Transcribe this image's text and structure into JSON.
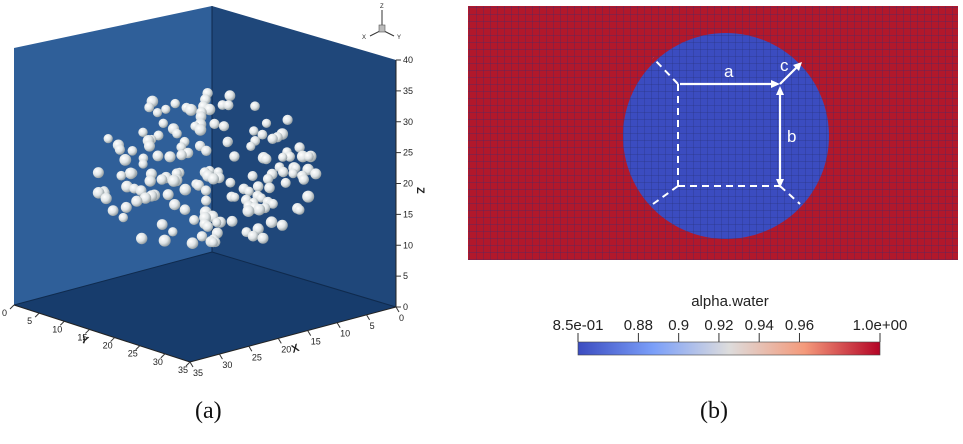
{
  "panel_a": {
    "caption": "(a)",
    "axes": {
      "x_label": "X",
      "y_label": "Y",
      "z_label": "Z",
      "x_ticks": [
        "0",
        "5",
        "10",
        "15",
        "20",
        "25",
        "30",
        "35"
      ],
      "y_ticks": [
        "0",
        "5",
        "10",
        "15",
        "20",
        "25",
        "30",
        "35"
      ],
      "z_ticks": [
        "0",
        "5",
        "10",
        "15",
        "20",
        "25",
        "30",
        "35",
        "40"
      ]
    },
    "triad": {
      "x": "X",
      "y": "Y",
      "z": "Z"
    },
    "colors": {
      "wall_back": "#2c5d96",
      "wall_side": "#1e4577",
      "floor": "#163a68",
      "sphere": "#e8ecee"
    }
  },
  "panel_b": {
    "caption": "(b)",
    "labels": {
      "a": "a",
      "b": "b",
      "c": "c"
    },
    "colorbar": {
      "title": "alpha.water",
      "min_label": "8.5e-01",
      "max_label": "1.0e+00",
      "ticks": [
        "0.88",
        "0.9",
        "0.92",
        "0.94",
        "0.96"
      ],
      "range": [
        0.85,
        1.0
      ],
      "tick_values": [
        0.88,
        0.9,
        0.92,
        0.94,
        0.96
      ]
    },
    "colors": {
      "field_high": "#b2182b",
      "field_low": "#3b4cc0",
      "grid_line": "#5a2a5a",
      "dash_white": "#ffffff"
    }
  }
}
